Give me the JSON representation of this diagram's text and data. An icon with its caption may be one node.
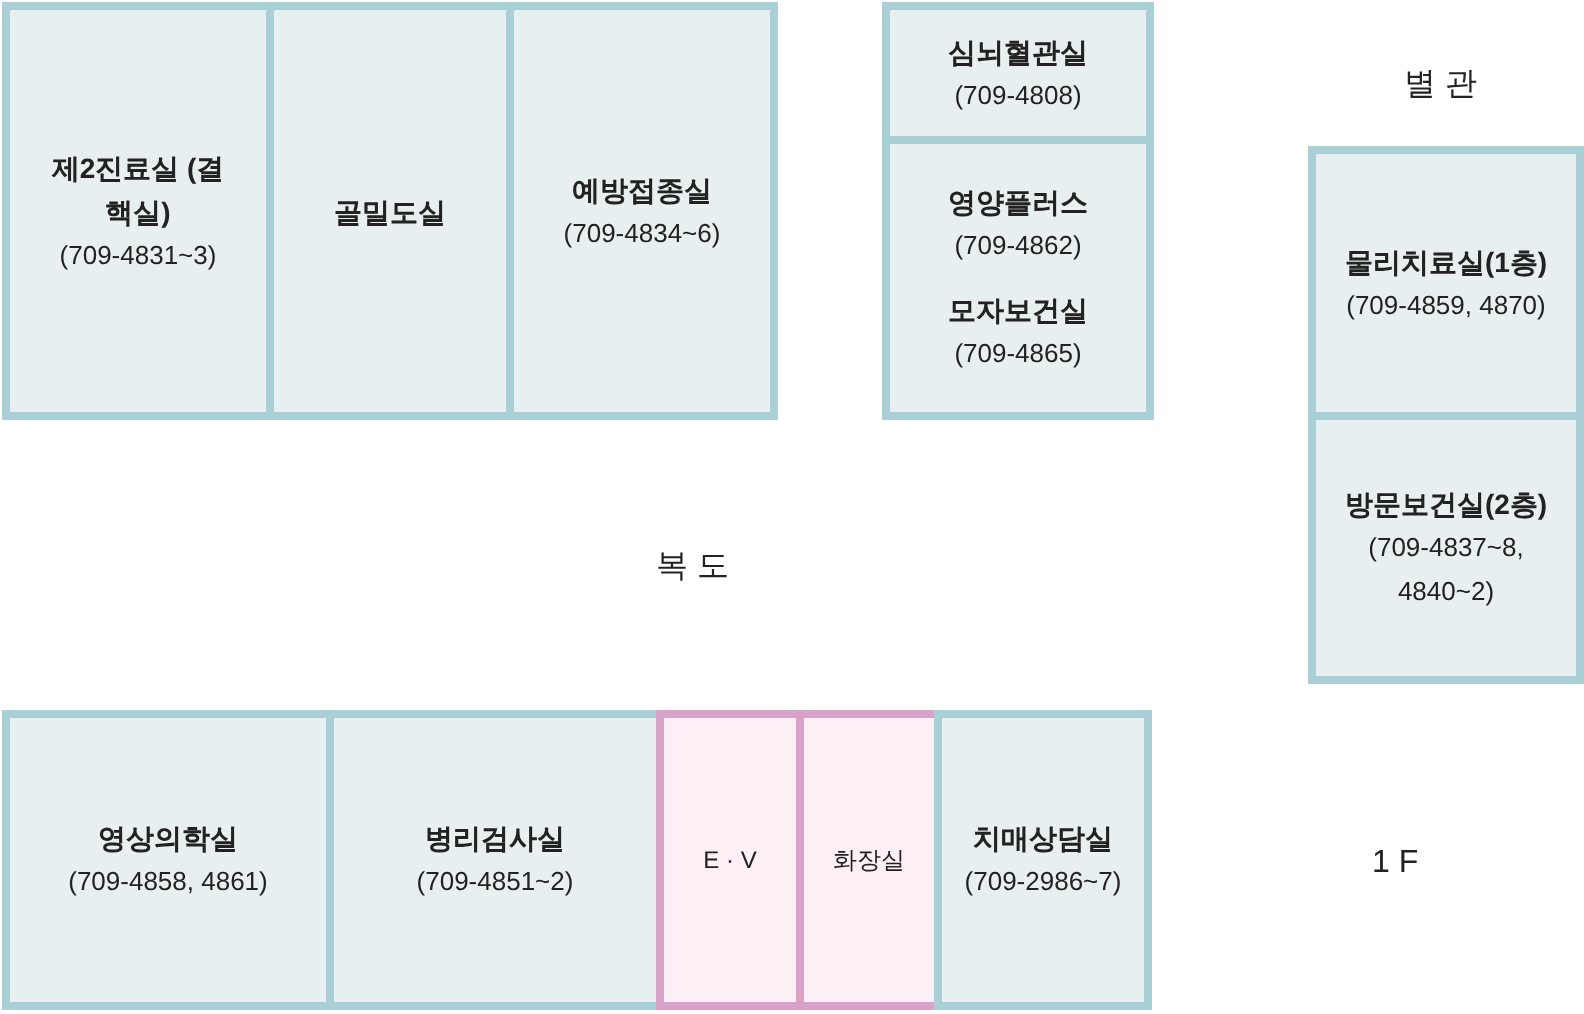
{
  "diagram": {
    "nodes": [
      {
        "text": [
          "제2진료실 (결핵실)",
          "(709-4831~3)"
        ]
      },
      {
        "text": [
          "골밀도실"
        ]
      },
      {
        "text": [
          "예방접종실",
          "(709-4834~6)"
        ]
      },
      {
        "text": [
          "심뇌혈관실",
          "(709-4808)"
        ]
      },
      {
        "text": [
          "영양플러스",
          "(709-4862)",
          "모자보건실",
          "(709-4865)"
        ]
      },
      {
        "text": [
          "물리치료실(1층)",
          "(709-4859, 4870)"
        ]
      },
      {
        "text": [
          "방문보건실(2층)",
          "(709-4837~8, 4840~2)"
        ]
      },
      {
        "text": [
          "영상의학실",
          "(709-4858, 4861)"
        ]
      },
      {
        "text": [
          "병리검사실",
          "(709-4851~2)"
        ]
      },
      {
        "text": [
          "E · V"
        ]
      },
      {
        "text": [
          "화장실"
        ]
      },
      {
        "text": [
          "치매상담실",
          "(709-2986~7)"
        ]
      }
    ],
    "labels": [
      "별 관",
      "복 도",
      "1 F"
    ]
  }
}
